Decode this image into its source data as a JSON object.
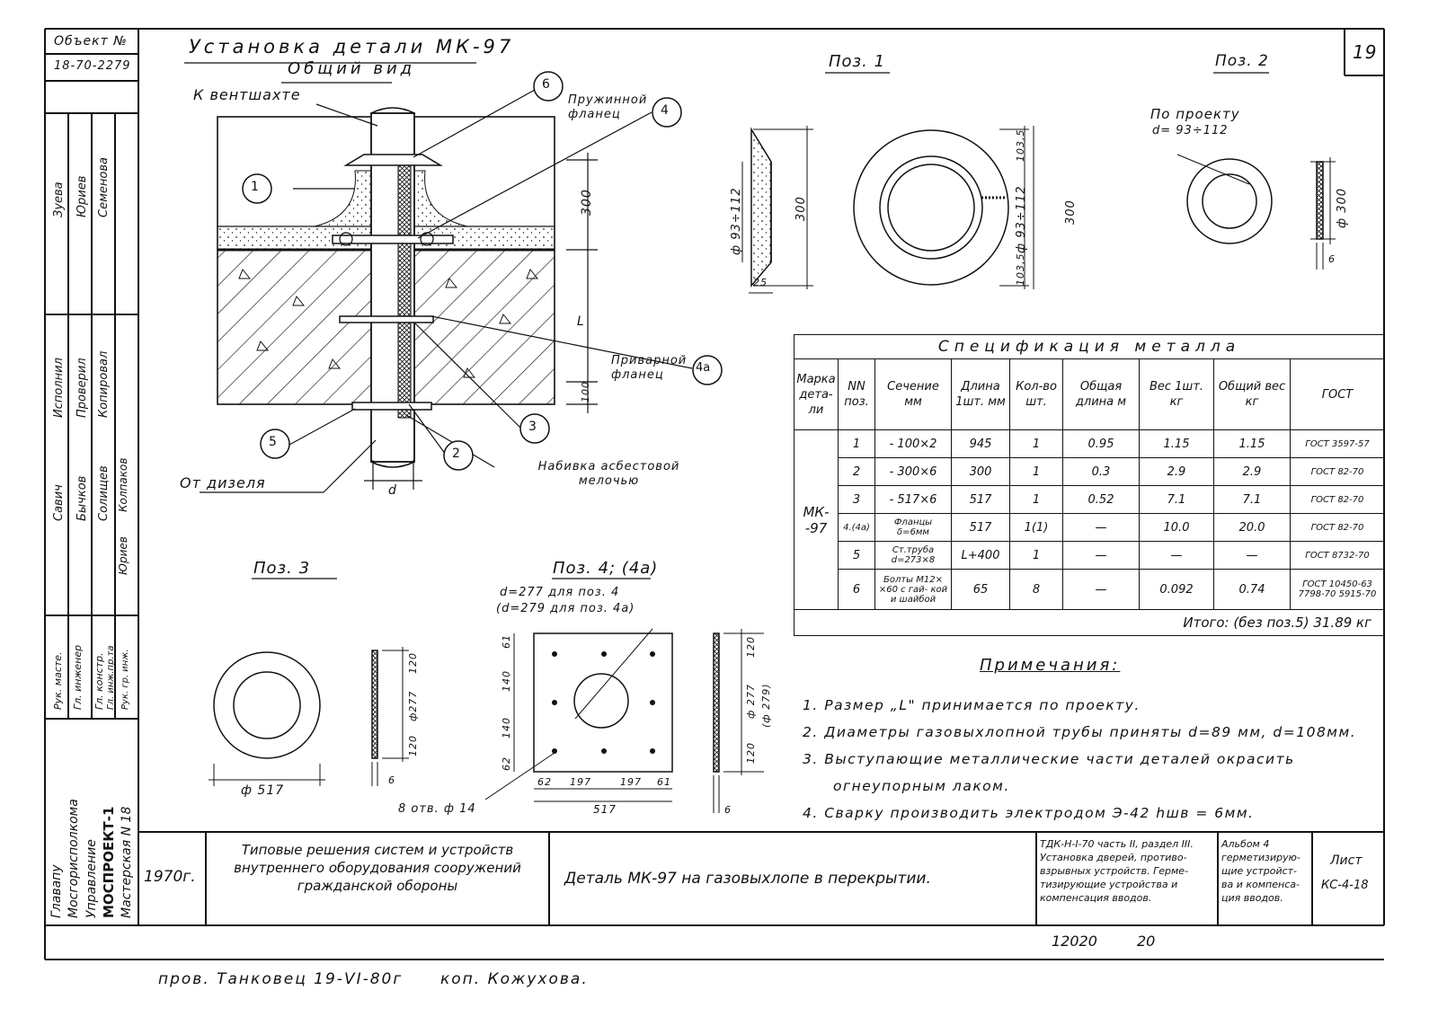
{
  "sheet": {
    "object_label": "Объект №",
    "object_number": "18-70-2279",
    "sheet_number": "19",
    "title": "Установка детали МК-97",
    "subtitle": "Общий вид"
  },
  "general_view": {
    "label_ventshaft": "К вентшахте",
    "label_from_diesel": "От дизеля",
    "label_spring_flange": "Пружинной фланец",
    "label_welded_flange": "Приварной фланец",
    "label_packing": "Набивка асбестовой мелочью",
    "dim_300": "300",
    "dim_L": "L",
    "dim_100": "100",
    "dim_d": "d",
    "callouts": [
      "1",
      "2",
      "3",
      "4",
      "4а",
      "5",
      "6"
    ]
  },
  "pos1": {
    "title": "Поз. 1",
    "dim_d_range": "ф 93÷112",
    "dim_300": "300",
    "dim_25": "25",
    "dim_103_5": "103,5",
    "dim_103_5b": "103,5",
    "dim_d_range2": "ф 93÷112",
    "dim_300b": "300"
  },
  "pos2": {
    "title": "Поз. 2",
    "note1": "По проекту",
    "note2": "d= 93÷112",
    "dim_300": "ф 300",
    "dim_6": "6"
  },
  "pos3": {
    "title": "Поз. 3",
    "dim_517": "ф 517",
    "dim_120a": "120",
    "dim_277": "ф277",
    "dim_120b": "120",
    "dim_6": "6"
  },
  "pos4": {
    "title": "Поз. 4; (4а)",
    "note1": "d=277 для поз. 4",
    "note2": "(d=279 для поз. 4а)",
    "holes": "8 отв. ф 14",
    "dims_left": [
      "61",
      "140",
      "140",
      "62"
    ],
    "dims_bottom": [
      "62",
      "197",
      "197",
      "61"
    ],
    "dim_total": "517",
    "dim_120a": "120",
    "dim_277": "ф 277",
    "dim_279": "(ф 279)",
    "dim_120b": "120",
    "dim_6": "6"
  },
  "spec": {
    "title": "Спецификация металла",
    "headers": [
      "Марка дета- ли",
      "NN поз.",
      "Сечение мм",
      "Длина 1шт. мм",
      "Кол-во шт.",
      "Общая длина м",
      "Вес 1шт. кг",
      "Общий вес кг",
      "ГОСТ"
    ],
    "mark": "МК- -97",
    "rows": [
      {
        "pos": "1",
        "section": "- 100×2",
        "length": "945",
        "qty": "1",
        "total_len": "0.95",
        "weight": "1.15",
        "total_weight": "1.15",
        "gost": "ГОСТ 3597-57"
      },
      {
        "pos": "2",
        "section": "- 300×6",
        "length": "300",
        "qty": "1",
        "total_len": "0.3",
        "weight": "2.9",
        "total_weight": "2.9",
        "gost": "ГОСТ 82-70"
      },
      {
        "pos": "3",
        "section": "- 517×6",
        "length": "517",
        "qty": "1",
        "total_len": "0.52",
        "weight": "7.1",
        "total_weight": "7.1",
        "gost": "ГОСТ 82-70"
      },
      {
        "pos": "4.(4а)",
        "section": "Фланцы δ=6мм",
        "length": "517",
        "qty": "1(1)",
        "total_len": "—",
        "weight": "10.0",
        "total_weight": "20.0",
        "gost": "ГОСТ 82-70"
      },
      {
        "pos": "5",
        "section": "Ст.труба d=273×8",
        "length": "L+400",
        "qty": "1",
        "total_len": "—",
        "weight": "—",
        "total_weight": "—",
        "gost": "ГОСТ 8732-70"
      },
      {
        "pos": "6",
        "section": "Болты М12× ×60 с гай- кой и шайбой",
        "length": "65",
        "qty": "8",
        "total_len": "—",
        "weight": "0.092",
        "total_weight": "0.74",
        "gost": "ГОСТ 10450-63 7798-70 5915-70"
      }
    ],
    "total": "Итого: (без поз.5)  31.89 кг"
  },
  "notes": {
    "title": "Примечания:",
    "items": [
      "1. Размер „L\" принимается по проекту.",
      "2. Диаметры газовыхлопной трубы приняты d=89 мм, d=108мм.",
      "3. Выступающие металлические части деталей окрасить",
      "огнеупорным лаком.",
      "4. Сварку производить электродом Э-42 hшв = 6мм."
    ]
  },
  "side_stamp": {
    "names_top": [
      "Зуева",
      "Юриев",
      "Семенова"
    ],
    "roles_mid": [
      "Исполнил",
      "Проверил",
      "Копировал"
    ],
    "names_mid": [
      "Савич",
      "Бычков",
      "Солищев",
      "Колпаков",
      "Юриев"
    ],
    "roles_low": [
      "Рук. масте.",
      "Гл. инженер",
      "Гл. констр.",
      "Гл. инж.пр.та",
      "Рук. гр. инж."
    ],
    "org": [
      "Главапу",
      "Мосгорисполкома",
      "Управление",
      "МОСПРОЕКТ-1",
      "Мастерская N 18"
    ]
  },
  "title_block": {
    "year": "1970г.",
    "series": "Типовые решения систем и устройств внутреннего оборудования сооружений гражданской обороны",
    "name": "Деталь МК-97 на газовыхлопе в перекрытии.",
    "ref": "ТДК-Н-I-70 часть II, раздел III. Установка дверей, противо- взрывных устройств. Герме- тизирующие устройства и компенсация вводов.",
    "album": "Альбом 4 герметизирую- щие устройст- ва и компенса- ция вводов.",
    "sheet_label": "Лист",
    "sheet_code": "КС-4-18",
    "bottom_num1": "12020",
    "bottom_num2": "20"
  },
  "footer": {
    "checked": "пров. Танковец 19-VI-80г",
    "copied": "коп. Кожухова."
  }
}
